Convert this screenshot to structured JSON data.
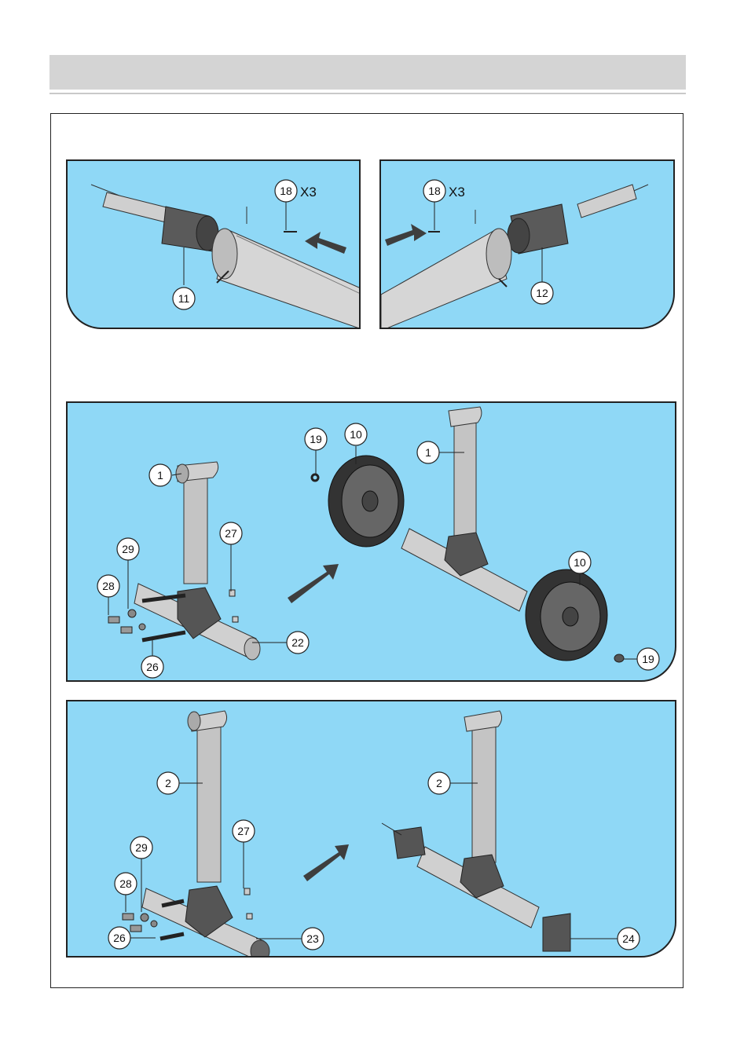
{
  "callouts": {
    "p1": {
      "screw": "18",
      "screw_qty": "X3",
      "endcap": "11"
    },
    "p2": {
      "screw": "18",
      "screw_qty": "X3",
      "endcap": "12"
    },
    "p3": {
      "post_left": "1",
      "nut": "27",
      "washer": "29",
      "bolt": "28",
      "tube": "22",
      "rod": "26",
      "cap_top": "19",
      "wheel_top": "10",
      "post_right": "1",
      "wheel_bottom": "10",
      "cap_bottom": "19"
    },
    "p4": {
      "post_left": "2",
      "nut": "27",
      "washer": "29",
      "bolt": "28",
      "rod": "26",
      "tube": "23",
      "post_right": "2",
      "foot": "24"
    }
  },
  "colors": {
    "panel": "#8fd8f6",
    "header": "#d4d4d4",
    "part": "#c8c8c8",
    "dark": "#4a4a4a"
  }
}
